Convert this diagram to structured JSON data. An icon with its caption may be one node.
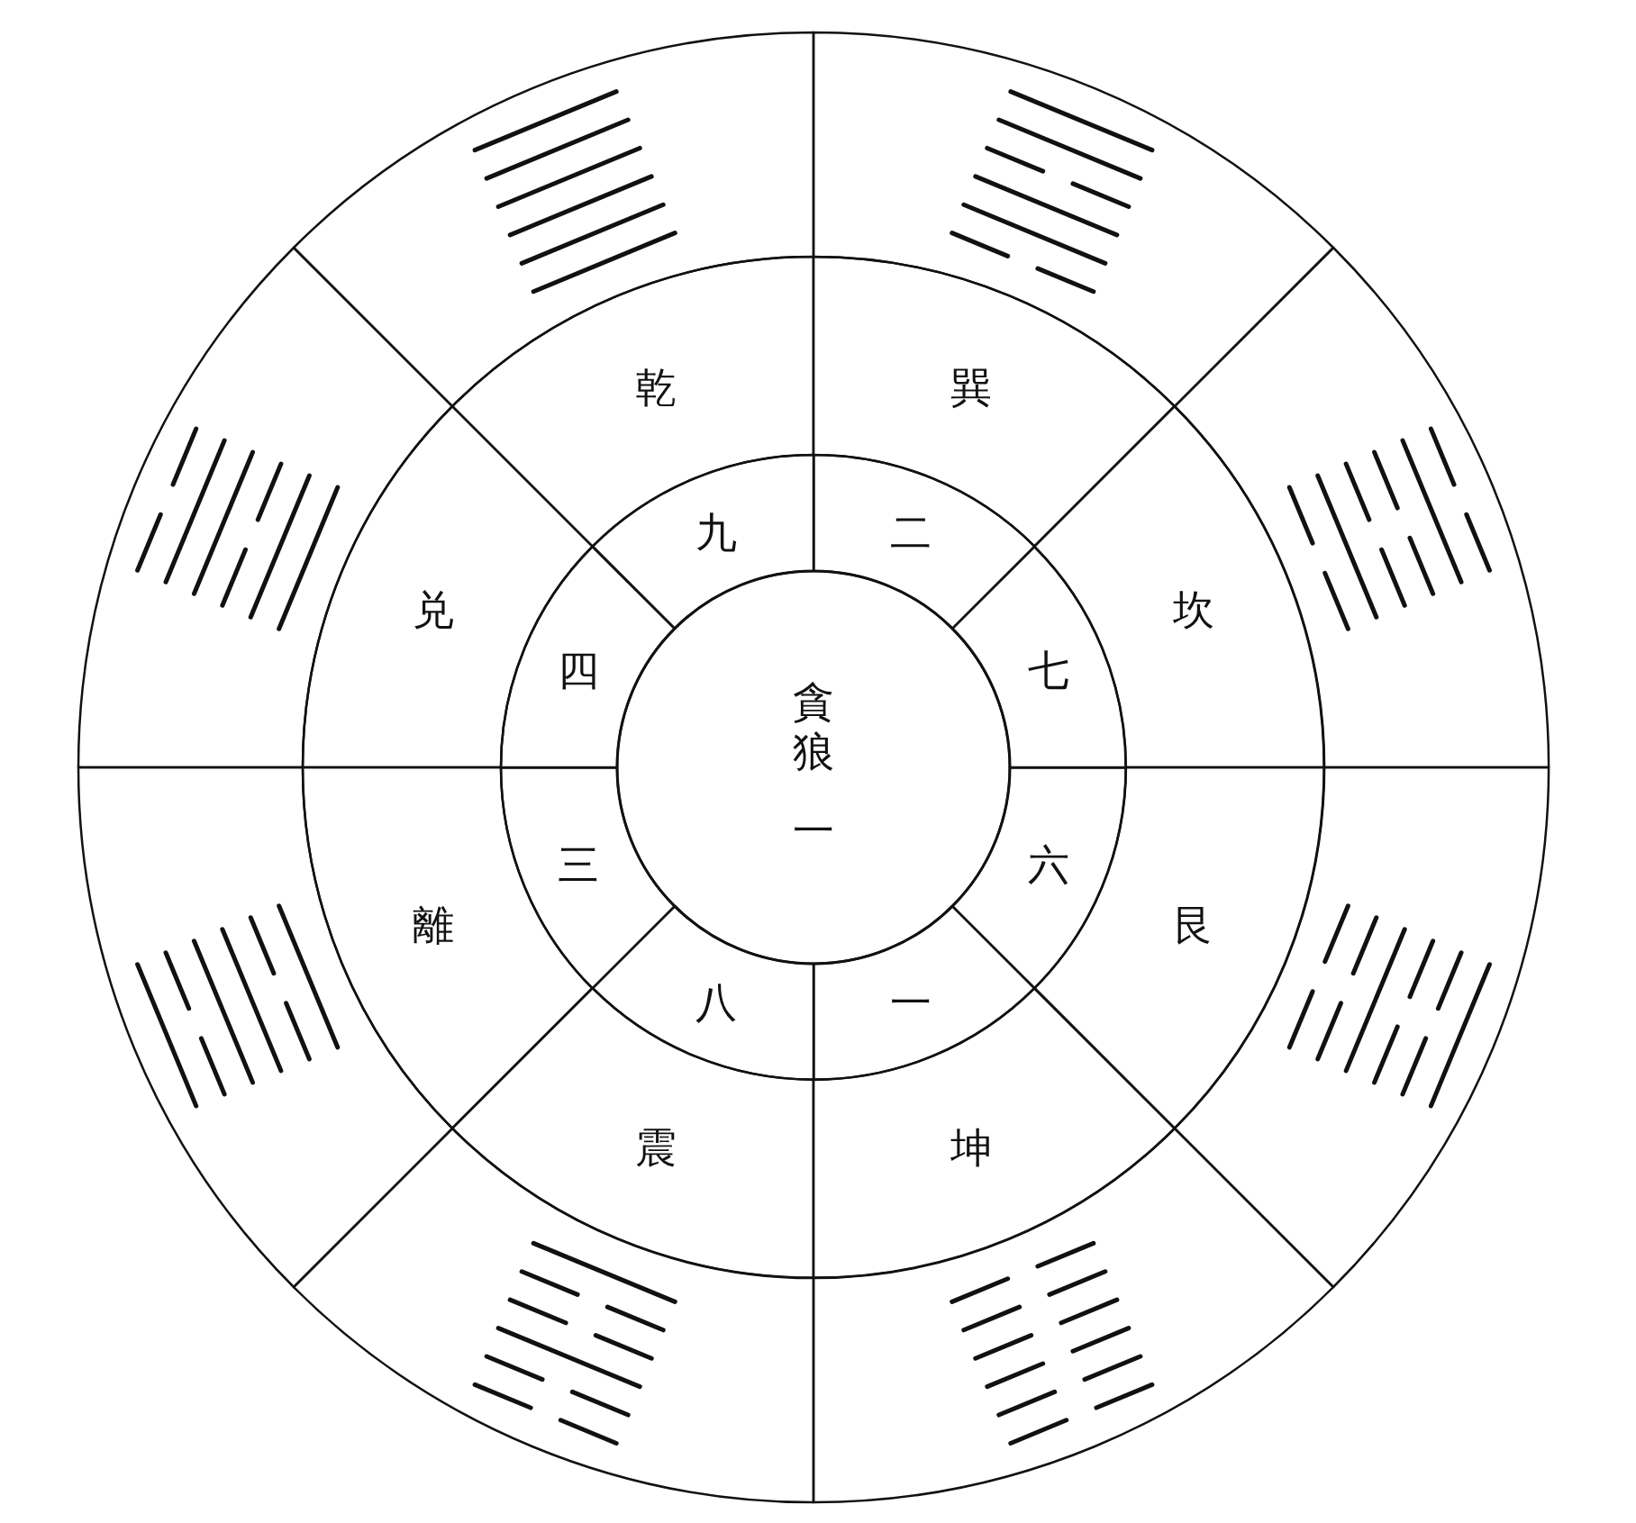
{
  "diagram": {
    "nodes": [
      {
        "text": [
          "貪狼",
          "一"
        ]
      },
      {
        "text": [
          "九"
        ]
      },
      {
        "text": [
          "二"
        ]
      },
      {
        "text": [
          "七"
        ]
      },
      {
        "text": [
          "六"
        ]
      },
      {
        "text": [
          "一"
        ]
      },
      {
        "text": [
          "八"
        ]
      },
      {
        "text": [
          "三"
        ]
      },
      {
        "text": [
          "四"
        ]
      },
      {
        "text": [
          "乾"
        ]
      },
      {
        "text": [
          "巽"
        ]
      },
      {
        "text": [
          "坎"
        ]
      },
      {
        "text": [
          "艮"
        ]
      },
      {
        "text": [
          "坤"
        ]
      },
      {
        "text": [
          "震"
        ]
      },
      {
        "text": [
          "離"
        ]
      },
      {
        "text": [
          "兑"
        ]
      },
      {
        "text": [],
        "shape": "picture"
      },
      {
        "text": [],
        "shape": "picture"
      },
      {
        "text": [],
        "shape": "picture"
      },
      {
        "text": [],
        "shape": "picture"
      },
      {
        "text": [],
        "shape": "picture"
      },
      {
        "text": [],
        "shape": "picture"
      },
      {
        "text": [],
        "shape": "picture"
      },
      {
        "text": [],
        "shape": "picture"
      }
    ]
  }
}
